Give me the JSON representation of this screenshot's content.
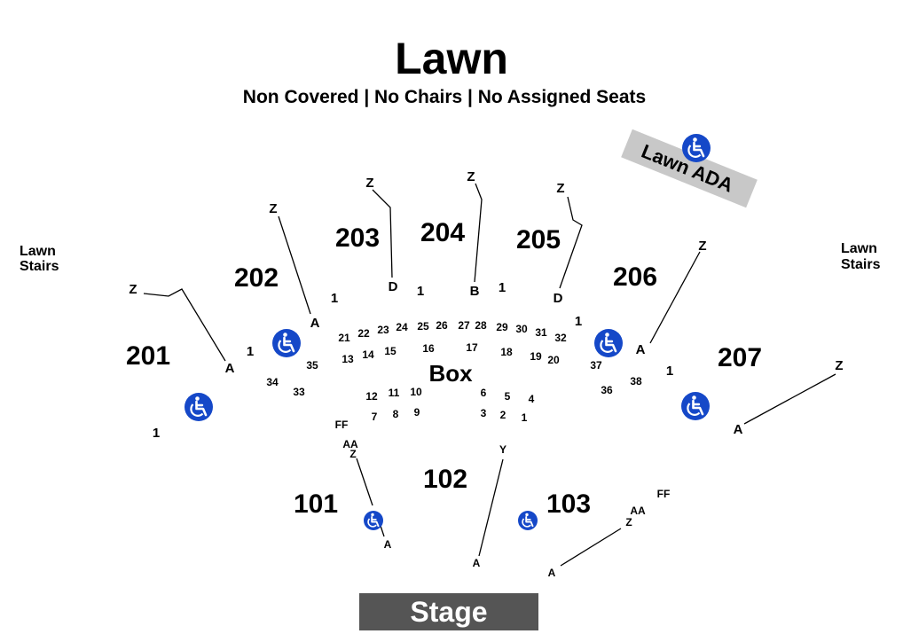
{
  "header": {
    "title": "Lawn",
    "subtitle": "Non Covered | No Chairs | No Assigned Seats"
  },
  "lawn_ada": {
    "label": "Lawn ADA"
  },
  "lawn_stairs": {
    "left": [
      "Lawn",
      "Stairs"
    ],
    "right": [
      "Lawn",
      "Stairs"
    ]
  },
  "stage": {
    "label": "Stage"
  },
  "box": {
    "label": "Box",
    "numbers": [
      "1",
      "2",
      "3",
      "4",
      "5",
      "6",
      "7",
      "8",
      "9",
      "10",
      "11",
      "12",
      "13",
      "14",
      "15",
      "16",
      "17",
      "18",
      "19",
      "20",
      "21",
      "22",
      "23",
      "24",
      "25",
      "26",
      "27",
      "28",
      "29",
      "30",
      "31",
      "32",
      "33",
      "34",
      "35",
      "36",
      "37",
      "38"
    ]
  },
  "sections": {
    "s201": "201",
    "s202": "202",
    "s203": "203",
    "s204": "204",
    "s205": "205",
    "s206": "206",
    "s207": "207",
    "s101": "101",
    "s102": "102",
    "s103": "103"
  },
  "rows": {
    "z": "Z",
    "a": "A",
    "b": "B",
    "d": "D",
    "y": "Y",
    "ff": "FF",
    "aa": "AA",
    "one": "1"
  },
  "icons": {
    "accessible": "wheelchair-icon"
  },
  "colors": {
    "accessible_bg": "#1548c8",
    "stage_bg": "#555555",
    "lawn_ada_bg": "#c8c8c8"
  }
}
